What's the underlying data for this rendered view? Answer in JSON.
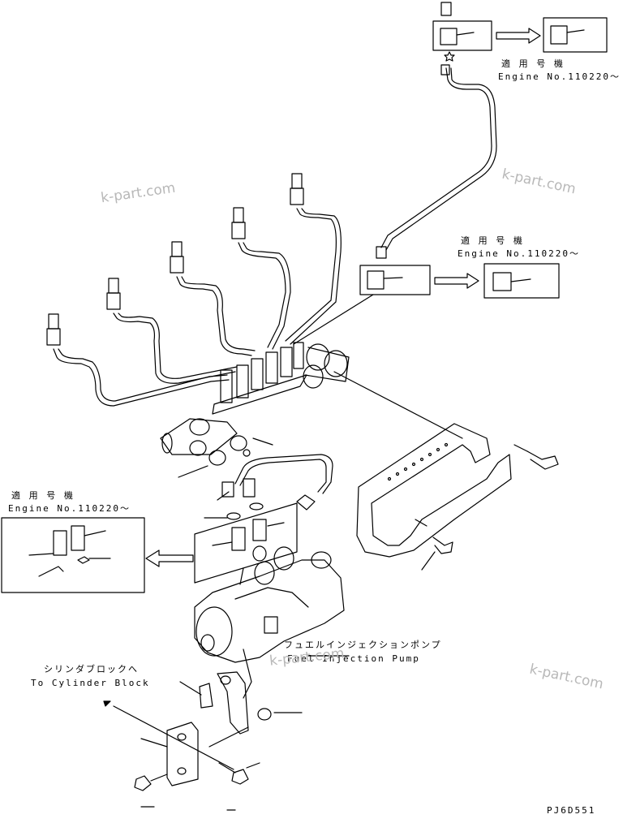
{
  "applicability": {
    "jp": "適 用 号 機",
    "en": "Engine No.110220〜"
  },
  "labels": {
    "pump_jp": "フュエルインジェクションポンプ",
    "pump_en": "Fuel Injection Pump",
    "block_jp": "シリンダブロックへ",
    "block_en": "To Cylinder Block",
    "drawing_no": "PJ6D551"
  },
  "watermark": "k-part.com"
}
